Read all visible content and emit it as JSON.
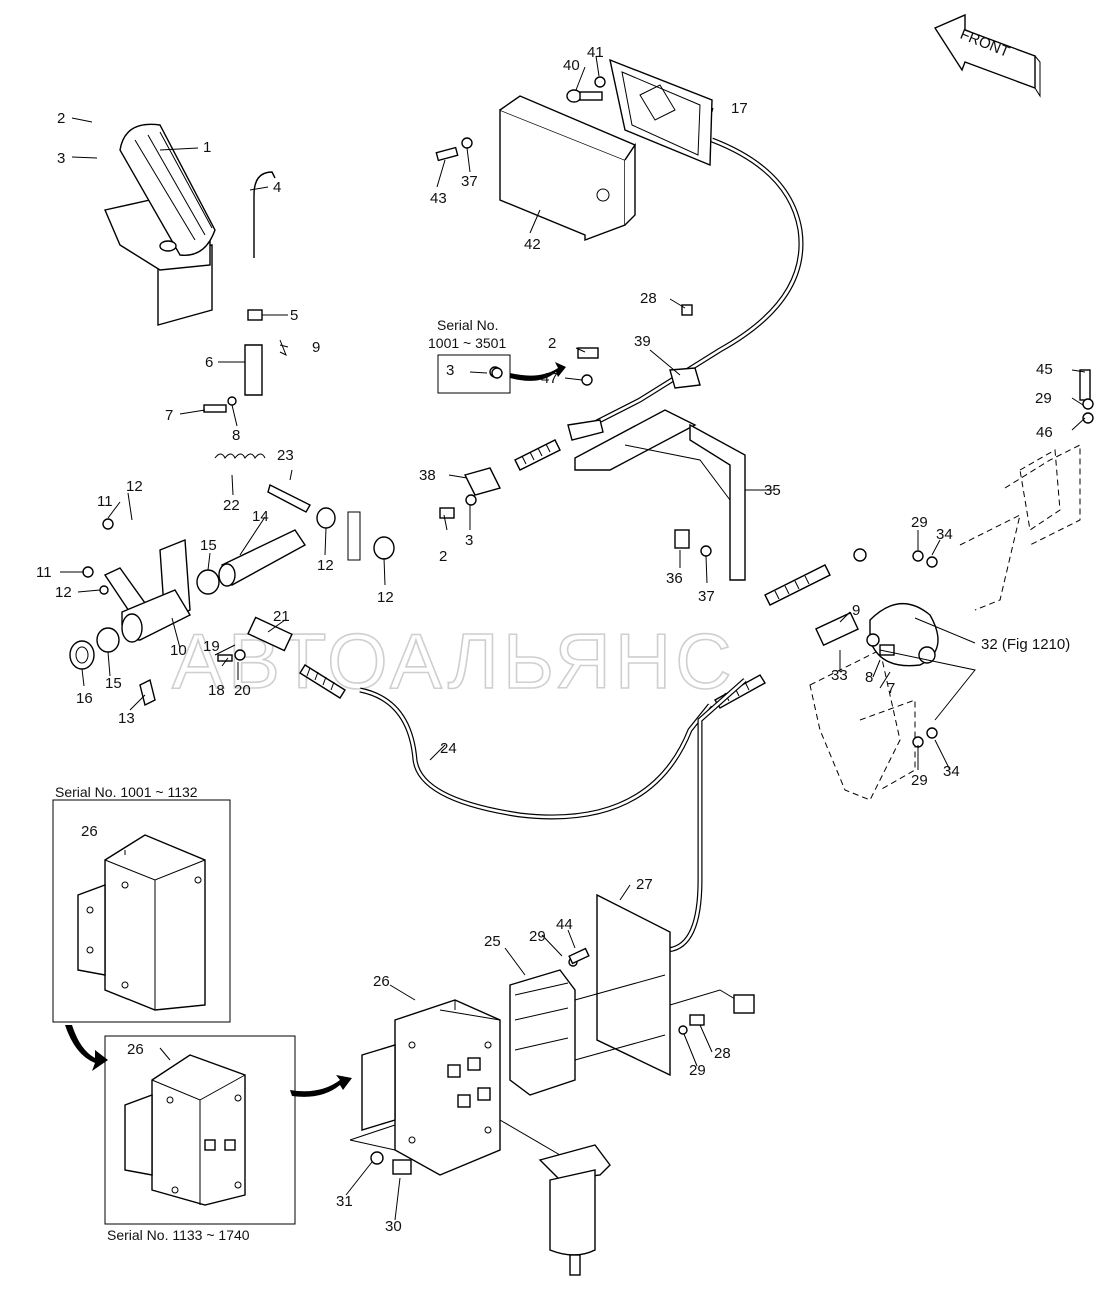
{
  "diagram": {
    "front_arrow_label": "FRONT",
    "watermark": "АВТОАЛЬЯНС",
    "callouts": [
      {
        "id": "c1",
        "text": "1"
      },
      {
        "id": "c2a",
        "text": "2"
      },
      {
        "id": "c3a",
        "text": "3"
      },
      {
        "id": "c4",
        "text": "4"
      },
      {
        "id": "c5",
        "text": "5"
      },
      {
        "id": "c6",
        "text": "6"
      },
      {
        "id": "c7a",
        "text": "7"
      },
      {
        "id": "c8a",
        "text": "8"
      },
      {
        "id": "c9a",
        "text": "9"
      },
      {
        "id": "c11a",
        "text": "11"
      },
      {
        "id": "c12a",
        "text": "12"
      },
      {
        "id": "c11b",
        "text": "11"
      },
      {
        "id": "c12b",
        "text": "12"
      },
      {
        "id": "c10",
        "text": "10"
      },
      {
        "id": "c13",
        "text": "13"
      },
      {
        "id": "c14",
        "text": "14"
      },
      {
        "id": "c15a",
        "text": "15"
      },
      {
        "id": "c15b",
        "text": "15"
      },
      {
        "id": "c16",
        "text": "16"
      },
      {
        "id": "c18",
        "text": "18"
      },
      {
        "id": "c19",
        "text": "19"
      },
      {
        "id": "c20",
        "text": "20"
      },
      {
        "id": "c21",
        "text": "21"
      },
      {
        "id": "c22",
        "text": "22"
      },
      {
        "id": "c23",
        "text": "23"
      },
      {
        "id": "c12c",
        "text": "12"
      },
      {
        "id": "c12d",
        "text": "12"
      },
      {
        "id": "c24",
        "text": "24"
      },
      {
        "id": "c40",
        "text": "40"
      },
      {
        "id": "c41",
        "text": "41"
      },
      {
        "id": "c17",
        "text": "17"
      },
      {
        "id": "c43",
        "text": "43"
      },
      {
        "id": "c37a",
        "text": "37"
      },
      {
        "id": "c42",
        "text": "42"
      },
      {
        "id": "c28a",
        "text": "28"
      },
      {
        "id": "c2b",
        "text": "2"
      },
      {
        "id": "c39",
        "text": "39"
      },
      {
        "id": "c3b",
        "text": "3"
      },
      {
        "id": "c47",
        "text": "47"
      },
      {
        "id": "c38",
        "text": "38"
      },
      {
        "id": "c2c",
        "text": "2"
      },
      {
        "id": "c3c",
        "text": "3"
      },
      {
        "id": "c35",
        "text": "35"
      },
      {
        "id": "c36",
        "text": "36"
      },
      {
        "id": "c37b",
        "text": "37"
      },
      {
        "id": "c45",
        "text": "45"
      },
      {
        "id": "c29a",
        "text": "29"
      },
      {
        "id": "c46",
        "text": "46"
      },
      {
        "id": "c29b",
        "text": "29"
      },
      {
        "id": "c34a",
        "text": "34"
      },
      {
        "id": "c9b",
        "text": "9"
      },
      {
        "id": "c32",
        "text": "32 (Fig 1210)"
      },
      {
        "id": "c33",
        "text": "33"
      },
      {
        "id": "c8b",
        "text": "8"
      },
      {
        "id": "c7b",
        "text": "7"
      },
      {
        "id": "c29c",
        "text": "29"
      },
      {
        "id": "c34b",
        "text": "34"
      },
      {
        "id": "c26a",
        "text": "26"
      },
      {
        "id": "c26b",
        "text": "26"
      },
      {
        "id": "c26c",
        "text": "26"
      },
      {
        "id": "c27",
        "text": "27"
      },
      {
        "id": "c25",
        "text": "25"
      },
      {
        "id": "c29d",
        "text": "29"
      },
      {
        "id": "c44",
        "text": "44"
      },
      {
        "id": "c28b",
        "text": "28"
      },
      {
        "id": "c29e",
        "text": "29"
      },
      {
        "id": "c31",
        "text": "31"
      },
      {
        "id": "c30",
        "text": "30"
      }
    ],
    "serial_labels": {
      "top_line1": "Serial No.",
      "top_line2": "1001 ~ 3501",
      "inset_a": "Serial No. 1001 ~ 1132",
      "inset_b": "Serial No. 1133 ~ 1740"
    }
  }
}
